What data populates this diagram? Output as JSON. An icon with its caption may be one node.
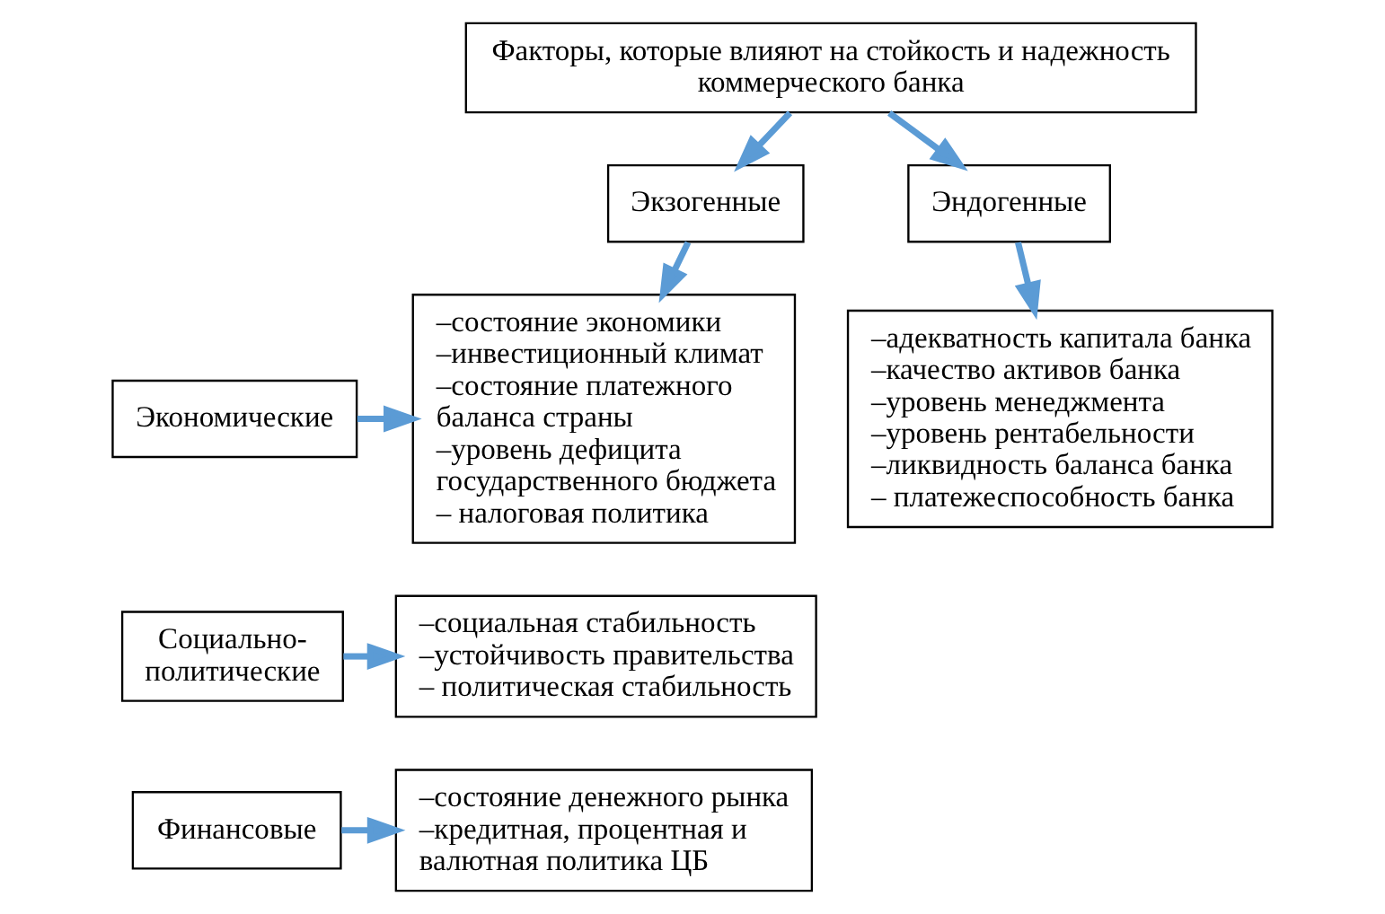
{
  "diagram": {
    "nodes": [
      {
        "text": [
          "Факторы, которые влияют на стойкость и надежность коммерческого банка"
        ]
      },
      {
        "text": [
          "Экзогенные"
        ]
      },
      {
        "text": [
          "Эндогенные"
        ]
      },
      {
        "text": [
          "Экономические"
        ]
      },
      {
        "text": [
          "–состояние экономики",
          "–инвестиционный климат",
          "–состояние платежного баланса страны",
          "–уровень дефицита государственного бюджета",
          "– налоговая политика"
        ]
      },
      {
        "text": [
          "–адекватность капитала банка",
          "–качество активов банка",
          "–уровень менеджмента",
          "–уровень рентабельности",
          "–ликвидность баланса банка",
          "– платежеспособность банка"
        ]
      },
      {
        "text": [
          "Социально-политические"
        ]
      },
      {
        "text": [
          "–социальная стабильность",
          "–устойчивость правительства",
          "– политическая стабильность"
        ]
      },
      {
        "text": [
          "Финансовые"
        ]
      },
      {
        "text": [
          "–состояние денежного рынка",
          "–кредитная, процентная и валютная политика ЦБ"
        ]
      }
    ],
    "edges": [
      {
        "from": 0,
        "to": 1,
        "arrow": "to"
      },
      {
        "from": 0,
        "to": 2,
        "arrow": "to"
      },
      {
        "from": 1,
        "to": 4,
        "arrow": "to"
      },
      {
        "from": 2,
        "to": 5,
        "arrow": "to"
      },
      {
        "from": 3,
        "to": 4,
        "arrow": "to"
      },
      {
        "from": 6,
        "to": 7,
        "arrow": "to"
      },
      {
        "from": 8,
        "to": 9,
        "arrow": "to"
      }
    ]
  }
}
